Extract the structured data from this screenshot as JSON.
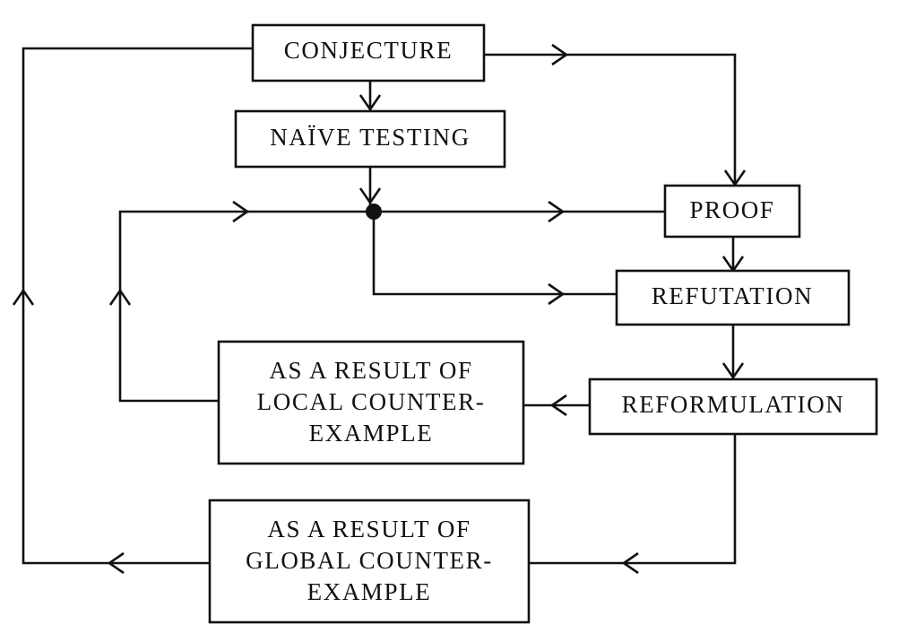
{
  "nodes": {
    "conjecture": "CONJECTURE",
    "naive_testing": "NAÏVE TESTING",
    "proof": "PROOF",
    "refutation": "REFUTATION",
    "reformulation": "REFORMULATION",
    "local": [
      "AS A RESULT OF",
      "LOCAL COUNTER-",
      "EXAMPLE"
    ],
    "global": [
      "AS A RESULT OF",
      "GLOBAL COUNTER-",
      "EXAMPLE"
    ]
  }
}
